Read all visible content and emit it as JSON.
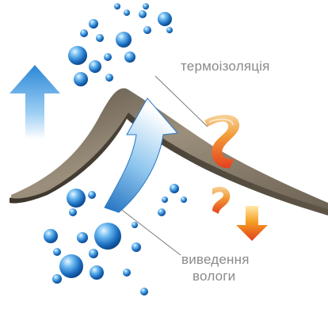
{
  "labels": {
    "thermal_insulation": "термоізоляція",
    "moisture_line1": "виведення",
    "moisture_line2": "вологи"
  },
  "colors": {
    "text": "#8a8a8a",
    "fabric": "#8a7d6b",
    "arrow_blue": "#2f8fd8",
    "arrow_heat_top": "#f5a623",
    "arrow_heat_bottom": "#e53a1e",
    "bubble": "#2a7fd0"
  },
  "icons": {
    "up_arrow_left": "up-arrow-icon",
    "curved_arrow": "curved-up-arrow-icon",
    "heat_swirl": "heat-swirl-icon",
    "down_arrow": "down-arrow-icon",
    "bubbles": "water-bubble-icon"
  }
}
